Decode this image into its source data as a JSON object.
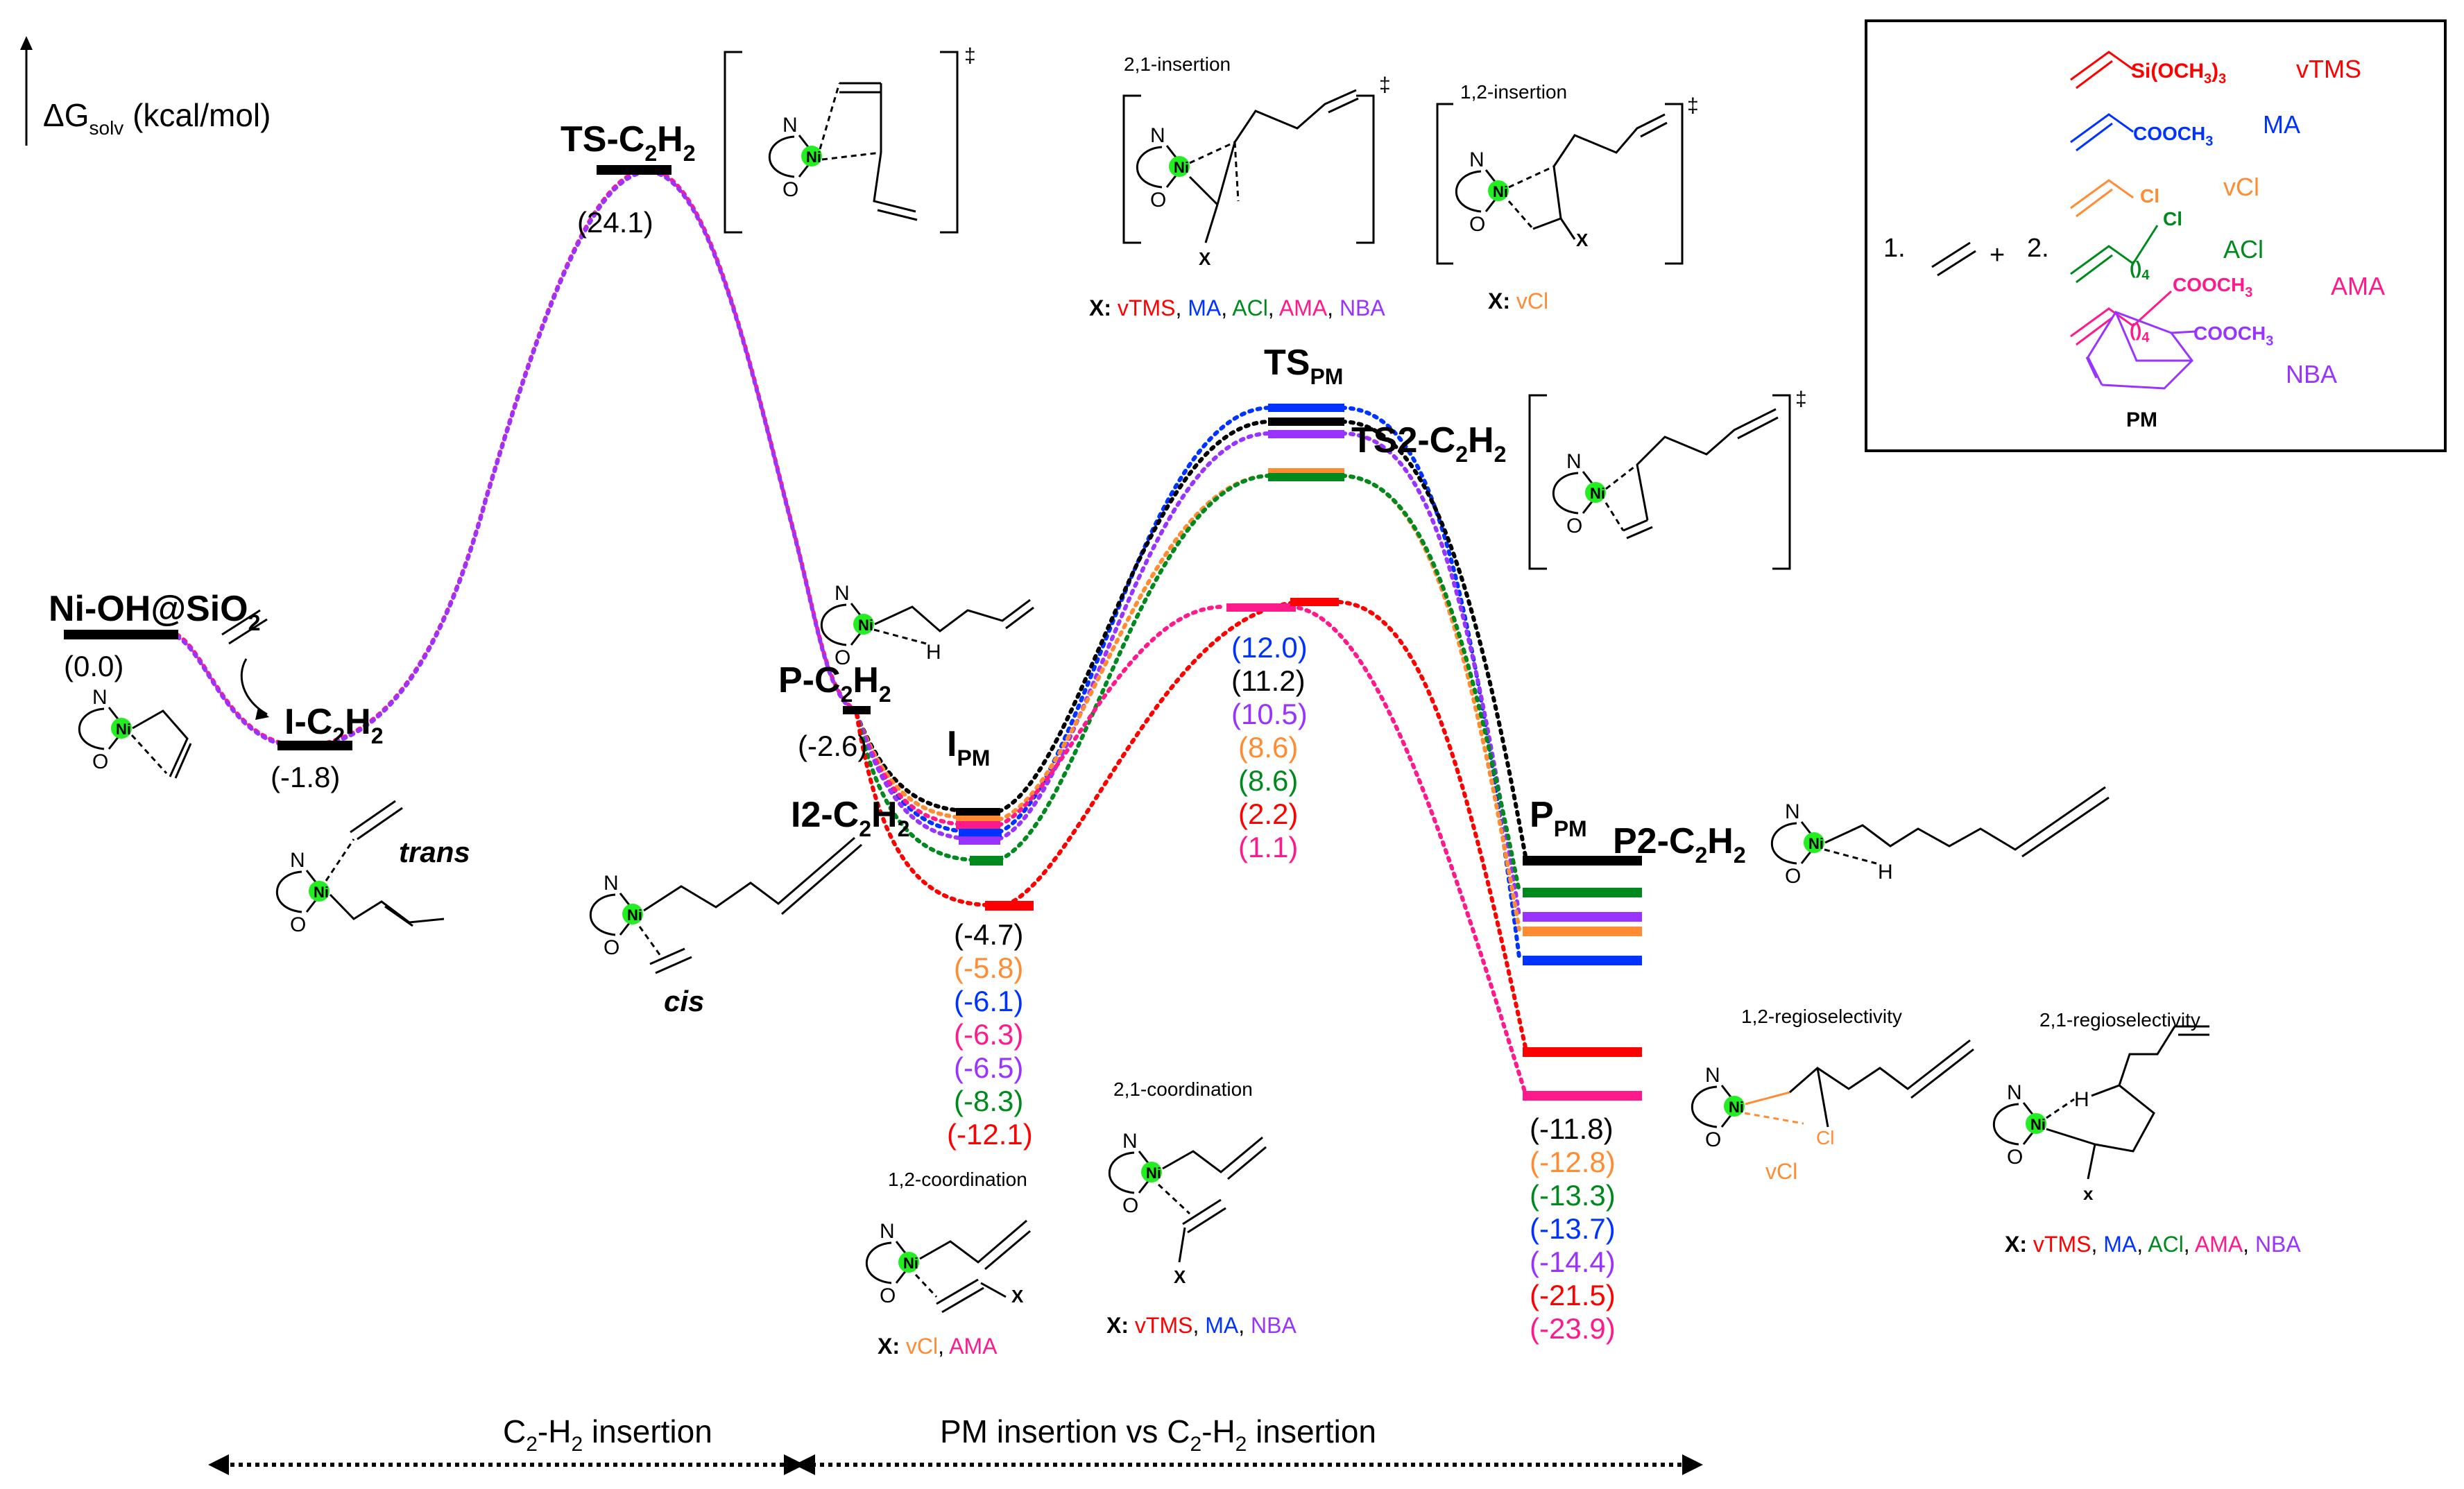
{
  "axis": {
    "label": "ΔG",
    "label_sub": "solv",
    "label_unit": " (kcal/mol)"
  },
  "colors": {
    "black": "#000000",
    "vTMS": "#ff0000",
    "MA": "#0033ff",
    "vCl": "#ff8c33",
    "ACl": "#008a1e",
    "AMA": "#ff1a8c",
    "NBA": "#9933ff",
    "Ni": "#22ee22"
  },
  "species": {
    "ni_oh": {
      "label": "Ni-OH@SiO",
      "sub": "2",
      "value": "(0.0)"
    },
    "i_c2h2": {
      "label": "I-C",
      "sub1": "2",
      "mid": "H",
      "sub2": "2",
      "value": "(-1.8)"
    },
    "ts_c2h2": {
      "label": "TS-C",
      "sub1": "2",
      "mid": "H",
      "sub2": "2",
      "value": "(24.1)"
    },
    "p_c2h2": {
      "label": "P-C",
      "sub1": "2",
      "mid": "H",
      "sub2": "2",
      "value": "(-2.6)"
    },
    "i2_c2h2": {
      "label": "I2-C",
      "sub1": "2",
      "mid": "H",
      "sub2": "2"
    },
    "i_pm": {
      "label": "I",
      "sub": "PM"
    },
    "ts_pm": {
      "label": "TS",
      "sub": "PM"
    },
    "ts2_c2h2": {
      "label": "TS2-C",
      "sub1": "2",
      "mid": "H",
      "sub2": "2"
    },
    "p_pm": {
      "label": "P",
      "sub": "PM"
    },
    "p2_c2h2": {
      "label": "P2-C",
      "sub1": "2",
      "mid": "H",
      "sub2": "2"
    }
  },
  "values": {
    "i_pm": [
      "(-4.7)",
      "(-5.8)",
      "(-6.1)",
      "(-6.3)",
      "(-6.5)",
      "(-8.3)",
      "(-12.1)"
    ],
    "ts": [
      "(12.0)",
      "(11.2)",
      "(10.5)",
      "(8.6)",
      "(8.6)",
      "(2.2)",
      "(1.1)"
    ],
    "p": [
      "(-11.8)",
      "(-12.8)",
      "(-13.3)",
      "(-13.7)",
      "(-14.4)",
      "(-21.5)",
      "(-23.9)"
    ]
  },
  "labels": {
    "trans": "trans",
    "cis": "cis",
    "dagger": "‡",
    "N": "N",
    "O": "O",
    "Ni": "Ni",
    "H": "H",
    "X": "X",
    "x": "x",
    "ins21": "2,1-insertion",
    "ins12": "1,2-insertion",
    "coord12": "1,2-coordination",
    "coord21": "2,1-coordination",
    "regio12": "1,2-regioselectivity",
    "regio21": "2,1-regioselectivity",
    "x_prefix": "X: ",
    "vCl_below": "vCl"
  },
  "xlists": {
    "ins21": [
      "vTMS",
      "MA",
      "ACl",
      "AMA",
      "NBA"
    ],
    "ins12": [
      "vCl"
    ],
    "coord12": [
      "vCl",
      "AMA"
    ],
    "coord21": [
      "vTMS",
      "MA",
      "NBA"
    ],
    "regio21": [
      "vTMS",
      "MA",
      "ACl",
      "AMA",
      "NBA"
    ]
  },
  "legend": {
    "n1": "1.",
    "plus": "+",
    "n2": "2.",
    "vTMS_sub": "Si(OCH",
    "vTMS_sub2": "3",
    "vTMS_sub3": ")",
    "vTMS_sub4": "3",
    "vTMS": "vTMS",
    "MA_sub": "COOCH",
    "MA_sub2": "3",
    "MA": "MA",
    "vCl_sub": "Cl",
    "vCl": "vCl",
    "ACl_sub": "Cl",
    "ACl_n": "4",
    "ACl": "ACl",
    "AMA_sub": "COOCH",
    "AMA_sub2": "3",
    "AMA_n": "4",
    "AMA": "AMA",
    "NBA_sub": "COOCH",
    "NBA_sub2": "3",
    "NBA": "NBA",
    "PM": "PM"
  },
  "sections": {
    "left": "C",
    "left_sub1": "2",
    "left_mid": "-H",
    "left_sub2": "2",
    "left_end": " insertion",
    "right": "PM insertion   vs  C",
    "right_sub1": "2",
    "right_mid": "-H",
    "right_sub2": "2",
    "right_end": " insertion"
  }
}
